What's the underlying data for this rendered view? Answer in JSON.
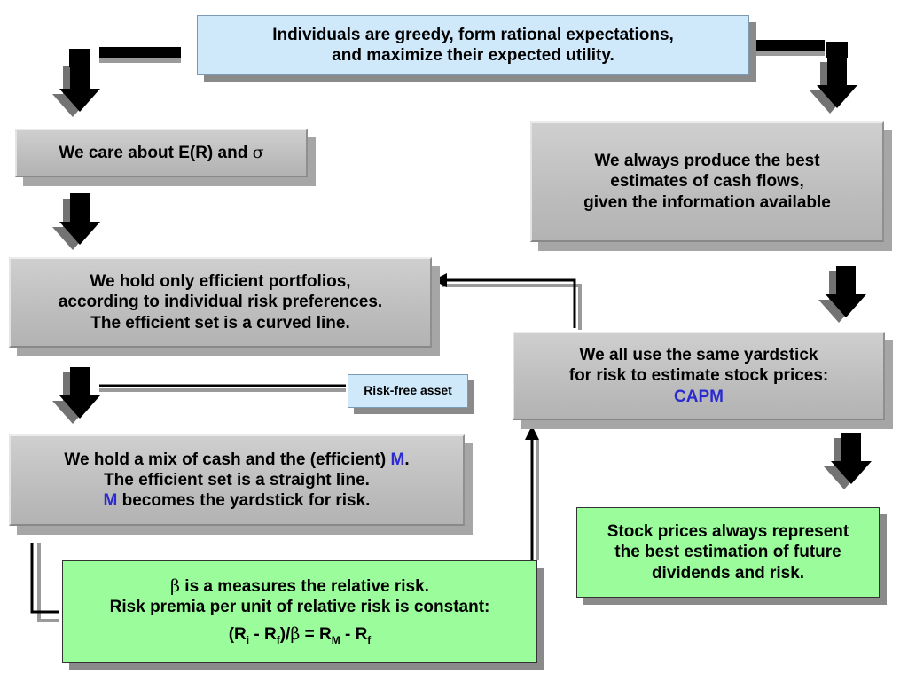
{
  "colors": {
    "accent": "#2a2ad0",
    "box_gray": "#bdbdbd",
    "box_blue": "#cfe9fb",
    "box_green": "#9afc9a"
  },
  "boxes": {
    "top": {
      "line1": "Individuals are greedy, form rational expectations,",
      "line2": "and maximize their expected utility."
    },
    "care": {
      "text": "We care about E(R) and ",
      "sigma": "σ"
    },
    "estimates": {
      "line1": "We always produce the best",
      "line2": "estimates of cash flows,",
      "line3": "given the information available"
    },
    "efficient": {
      "line1": "We hold only efficient portfolios,",
      "line2": "according to individual risk preferences.",
      "line3": "The efficient set is a curved line."
    },
    "yardstick": {
      "line1": "We all use the same yardstick",
      "line2": "for risk to estimate stock prices:",
      "line3": "CAPM"
    },
    "riskfree": {
      "label": "Risk-free asset"
    },
    "mix": {
      "line1_pre": "We hold a mix of cash and the (efficient) ",
      "line1_m": "M",
      "line1_post": ".",
      "line2": "The efficient set is a straight line.",
      "line3_m": "M",
      "line3_post": " becomes the yardstick for risk."
    },
    "prices": {
      "line1": "Stock prices always represent",
      "line2": "the best estimation of future",
      "line3": "dividends and risk."
    },
    "beta": {
      "line1_beta": "β",
      "line1_post": " is a measures the relative risk.",
      "line2": "Risk premia per unit of relative risk is constant:",
      "formula": {
        "p1": "(R",
        "sub_i": "i",
        "p2": " - R",
        "sub_f": "f",
        "p3": ")/",
        "beta": "β",
        "p4": " = R",
        "sub_m": "M",
        "p5": " - R",
        "sub_f2": "f"
      }
    }
  }
}
